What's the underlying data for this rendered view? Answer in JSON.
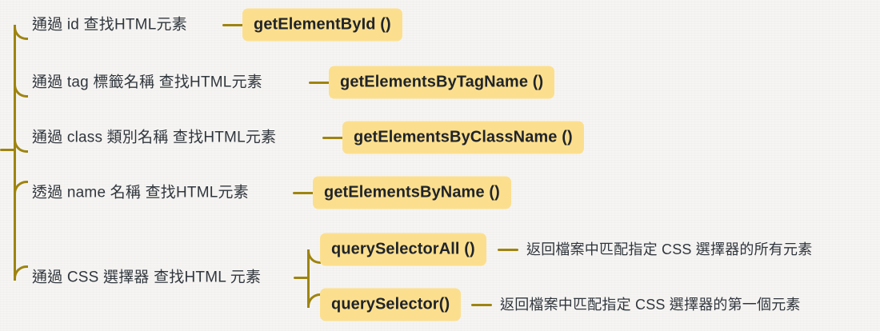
{
  "diagram": {
    "title": "HTML DOM element selection methods mindmap",
    "accent_color": "#9e8410",
    "badge_color": "#fcdf8e",
    "text_color": "#30363d",
    "background_color": "#f6f5f3",
    "branches": [
      {
        "label": "通過 id 查找HTML元素",
        "method": "getElementById ()"
      },
      {
        "label": "通過 tag 標籤名稱 查找HTML元素",
        "method": "getElementsByTagName ()"
      },
      {
        "label": "通過 class 類別名稱 查找HTML元素",
        "method": "getElementsByClassName ()"
      },
      {
        "label": "透過 name 名稱 查找HTML元素",
        "method": "getElementsByName ()"
      },
      {
        "label": "通過 CSS 選擇器 查找HTML 元素",
        "children": [
          {
            "method": "querySelectorAll ()",
            "description": "返回檔案中匹配指定 CSS 選擇器的所有元素"
          },
          {
            "method": "querySelector()",
            "description": "返回檔案中匹配指定 CSS 選擇器的第一個元素"
          }
        ]
      }
    ]
  }
}
